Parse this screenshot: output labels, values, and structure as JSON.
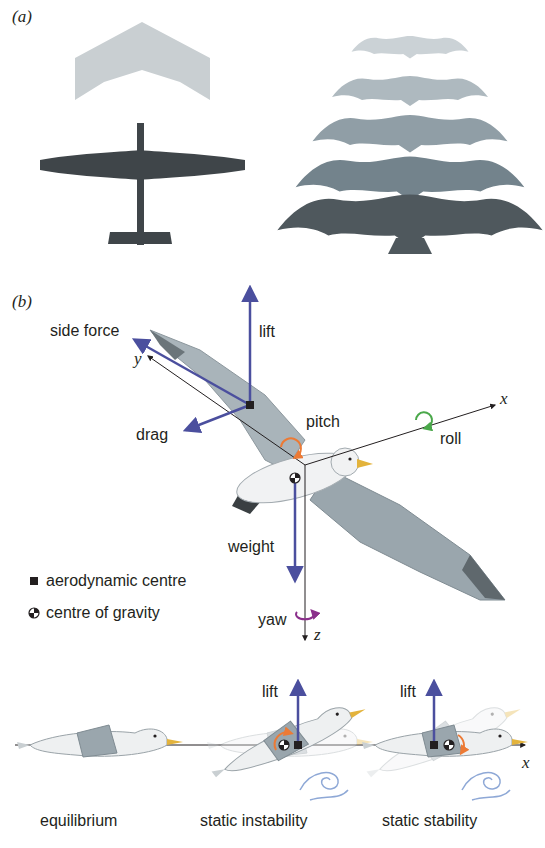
{
  "diagram": {
    "labels": [
      "(a)",
      "(b)",
      "side force",
      "y",
      "lift",
      "pitch",
      "x",
      "roll",
      "drag",
      "weight",
      "yaw",
      "z",
      "lift",
      "lift",
      "x",
      "equilibrium",
      "static instability",
      "static stability"
    ],
    "legend": [
      {
        "text": "aerodynamic centre"
      },
      {
        "text": "centre of gravity"
      }
    ]
  }
}
